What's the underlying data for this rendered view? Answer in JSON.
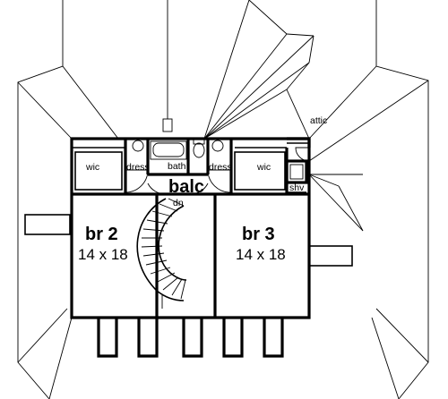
{
  "rooms": {
    "br2": {
      "name": "br 2",
      "size": "14 x 18"
    },
    "br3": {
      "name": "br 3",
      "size": "14 x 18"
    },
    "balc": {
      "name": "balc"
    },
    "bath": {
      "name": "bath"
    },
    "dress_left": {
      "name": "dress"
    },
    "dress_right": {
      "name": "dress"
    },
    "wic_left": {
      "name": "wic"
    },
    "wic_right": {
      "name": "wic"
    },
    "shv": {
      "name": "shv"
    },
    "attic": {
      "name": "attic"
    }
  },
  "stair": {
    "direction_label": "dn"
  }
}
